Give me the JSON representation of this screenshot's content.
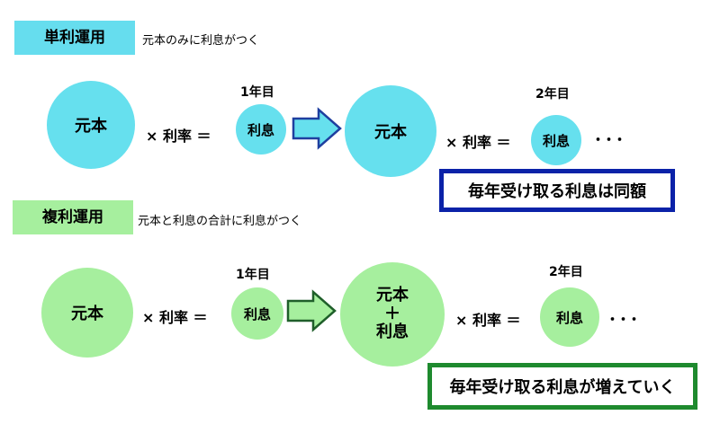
{
  "colors": {
    "simple_fill": "#66e0ee",
    "simple_tag": "#66ddee",
    "compound_fill": "#a6ef9e",
    "compound_tag": "#a6ef9e",
    "simple_box_border": "#0b22a8",
    "compound_box_border": "#1e8a2e"
  },
  "simple": {
    "tag": "単利運用",
    "subtitle": "元本のみに利息がつく",
    "principal": "元本",
    "times_rate": "× 利率 ＝",
    "year1": "1年目",
    "interest1": "利息",
    "principal2": "元本",
    "times_rate2": "× 利率 ＝",
    "year2": "2年目",
    "interest2": "利息",
    "ellipsis": "･･･",
    "result": "毎年受け取る利息は同額"
  },
  "compound": {
    "tag": "複利運用",
    "subtitle": "元本と利息の合計に利息がつく",
    "principal": "元本",
    "times_rate": "× 利率 ＝",
    "year1": "1年目",
    "interest1": "利息",
    "combined_top": "元本",
    "combined_plus": "＋",
    "combined_bottom": "利息",
    "times_rate2": "× 利率 ＝",
    "year2": "2年目",
    "interest2": "利息",
    "ellipsis": "･･･",
    "result": "毎年受け取る利息が増えていく"
  }
}
